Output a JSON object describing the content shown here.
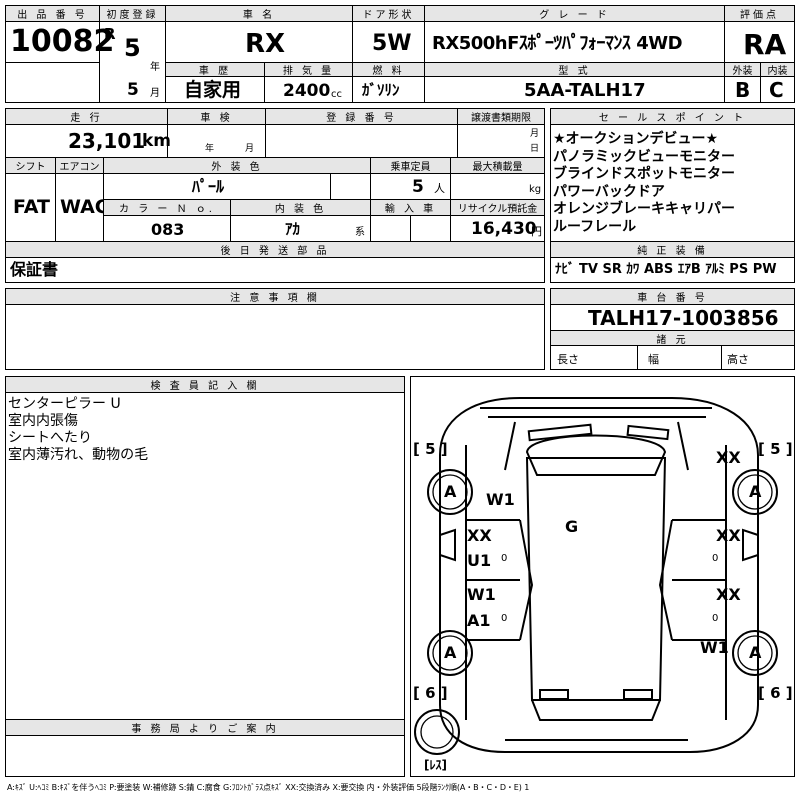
{
  "headers": {
    "listing_no": "出 品 番 号",
    "first_reg": "初度登録",
    "car_name": "車 名",
    "door": "ドア形状",
    "grade": "グ レ ー ド",
    "score": "評価点",
    "history": "車 歴",
    "displacement": "排 気 量",
    "fuel": "燃 料",
    "model_code": "型 式",
    "exterior": "外装",
    "interior": "内装",
    "mileage": "走 行",
    "inspection": "車 検",
    "reg_no": "登 録 番 号",
    "transfer_deadline": "譲渡書類期限",
    "sales_points": "セ ー ル ス ポ イ ン ト",
    "shift": "シフト",
    "aircon": "エアコン",
    "ext_color": "外 装 色",
    "capacity": "乗車定員",
    "max_load": "最大積載量",
    "color_no": "カ ラ ー Ｎ ｏ.",
    "int_color": "内 装 色",
    "import": "輸 入 車",
    "recycle": "リサイクル預託金",
    "later_parts": "後 日 発 送 部 品",
    "equipment": "純 正 装 備",
    "remarks": "注 意 事 項 欄",
    "chassis": "車 台 番 号",
    "specs": "諸 元",
    "inspector": "検 査 員 記 入 欄",
    "office": "事 務 局 よ り ご 案 内"
  },
  "vehicle": {
    "listing_no": "10082",
    "era": "R",
    "year": "5",
    "year_unit": "年",
    "month": "5",
    "month_unit": "月",
    "name": "RX",
    "door": "5W",
    "grade": "RX500hFｽﾎﾟｰﾂﾊﾟﾌｫｰﾏﾝｽ 4WD",
    "score": "RA",
    "history": "自家用",
    "displacement": "2400",
    "cc": "cc",
    "fuel": "ｶﾞｿﾘﾝ",
    "model_code": "5AA-TALH17",
    "exterior_grade": "B",
    "interior_grade": "C",
    "mileage": "23,101",
    "km": "km",
    "insp_year": "年",
    "insp_month": "月",
    "transfer_month": "月",
    "transfer_day": "日",
    "shift": "FAT",
    "aircon": "WAC",
    "ext_color": "ﾊﾟｰﾙ",
    "capacity": "5",
    "capacity_unit": "人",
    "load_unit": "kg",
    "color_no": "083",
    "int_color": "ｱｶ",
    "int_suffix": "系",
    "recycle": "16,430",
    "recycle_unit": "円",
    "later_parts": "保証書",
    "chassis_no": "TALH17-1003856",
    "length": "長さ",
    "width": "幅",
    "height": "高さ"
  },
  "sales_points": [
    "★オークションデビュー★",
    "パノラミックビューモニター",
    "ブラインドスポットモニター",
    "パワーバックドア",
    "オレンジブレーキキャリパー",
    "ルーフレール"
  ],
  "equipment": [
    "ﾅﾋﾞ",
    "TV",
    "SR",
    "ｶﾜ",
    "ABS",
    "ｴｱB",
    "ｱﾙﾐ",
    "PS",
    "PW"
  ],
  "inspector_notes": [
    "センターピラー U",
    "室内内張傷",
    "シートへたり",
    "室内薄汚れ、動物の毛"
  ],
  "diagram": {
    "bracket_fl": "[ 5 ]",
    "bracket_fr": "[ 5 ]",
    "bracket_rl": "[ 6 ]",
    "bracket_rr": "[ 6 ]",
    "wheel_fl": "A",
    "wheel_fr": "A",
    "wheel_rl": "A",
    "wheel_rr": "A",
    "front_right": "XX",
    "fender_left": "W1",
    "roof": "G",
    "door_fl_1": "XX",
    "door_fl_2": "U1",
    "door_fr": "XX",
    "door_rl_1": "W1",
    "door_rl_2": "A1",
    "door_rr": "XX",
    "rear_right": "W1",
    "pillar_fl": "0",
    "pillar_fr": "0",
    "pillar_rl": "0",
    "pillar_rr": "0",
    "spare": "[ﾚｽ]"
  },
  "legend": "A:ｷｽﾞ U:ﾍｺﾐ B:ｷｽﾞを伴うﾍｺﾐ P:要塗装 W:補修跡 S:錆 C:腐食 G:ﾌﾛﾝﾄｶﾞﾗｽ点ｷｽﾞ XX:交換済み X:要交換 内・外装評価 5段階ﾗﾝｸ順(A・B・C・D・E) 1"
}
